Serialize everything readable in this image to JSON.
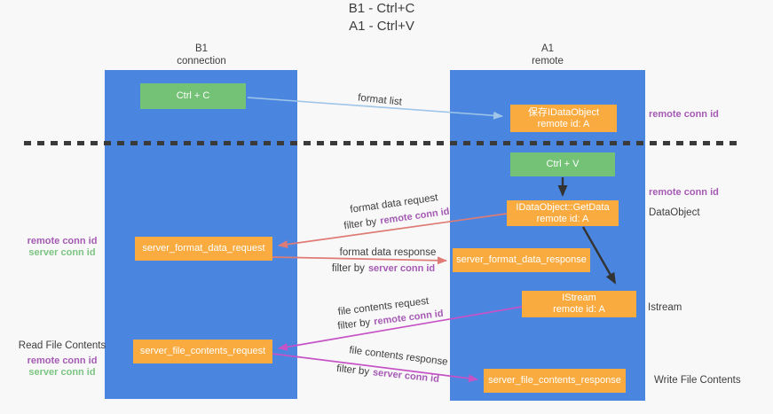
{
  "title": {
    "line1": "B1 - Ctrl+C",
    "line2": "A1 - Ctrl+V"
  },
  "lanes": {
    "left": {
      "name": "B1",
      "subtitle": "connection"
    },
    "right": {
      "name": "A1",
      "subtitle": "remote"
    }
  },
  "boxes": {
    "ctrl_c": "Ctrl + C",
    "ctrl_v": "Ctrl + V",
    "save_idataobject": {
      "line1": "保存IDataObject",
      "line2": "remote id: A"
    },
    "getdata": {
      "line1": "IDataObject::GetData",
      "line2": "remote id: A"
    },
    "istream": {
      "line1": "IStream",
      "line2": "remote id: A"
    },
    "server_format_data_request": "server_format_data_request",
    "server_format_data_response": "server_format_data_response",
    "server_file_contents_request": "server_file_contents_request",
    "server_file_contents_response": "server_file_contents_response"
  },
  "arrow_labels": {
    "format_list": "format list",
    "format_data_request": "format data request",
    "format_data_response": "format data response",
    "file_contents_request": "file contents request",
    "file_contents_response": "file contents response",
    "filter_by": "filter by",
    "remote_conn_id": "remote conn id",
    "server_conn_id": "server conn id"
  },
  "side_labels": {
    "remote_conn_id": "remote conn id",
    "server_conn_id": "server conn id",
    "dataobject": "DataObject",
    "istream": "Istream",
    "read_file_contents": "Read File Contents",
    "write_file_contents": "Write File Contents"
  },
  "colors": {
    "background": "#f8f8f8",
    "lane-blue": "#4a86e0",
    "green-box": "#74c276",
    "orange-box": "#f9ab40",
    "arrow-blue": "#9fc5e8",
    "arrow-red": "#df7b76",
    "arrow-magenta": "#c653c6",
    "purple-text": "#a55ab4",
    "green-text": "#7cc482",
    "dash": "#3a3a3a",
    "text-dark": "#3d3d3d"
  }
}
